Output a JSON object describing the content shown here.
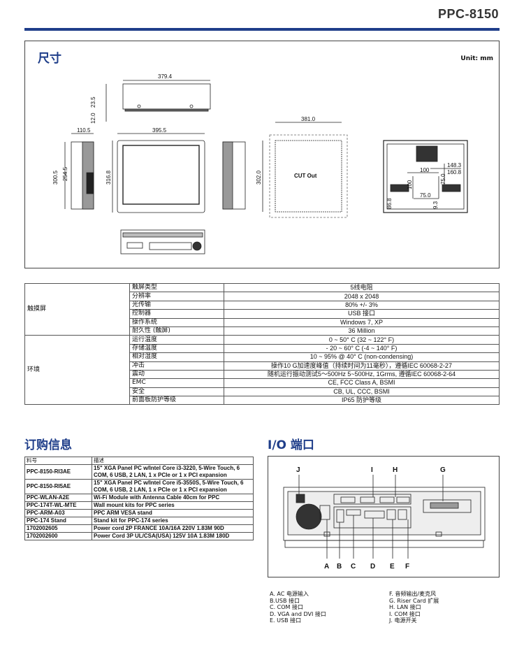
{
  "header": {
    "model": "PPC-8150"
  },
  "dimensions": {
    "title": "尺寸",
    "unit": "Unit: mm",
    "labels": {
      "top_width": "379.4",
      "top_h1": "23.5",
      "top_h2": "12.0",
      "side_depth": "110.5",
      "side_h1": "300.5",
      "side_h2": "254.5",
      "front_width": "395.5",
      "front_height": "316.8",
      "cut_width": "381.0",
      "cut_height": "302.0",
      "cut_text": "CUT Out",
      "rear_a": "148.3",
      "rear_b": "160.8",
      "rear_c": "100",
      "rear_d": "100",
      "rear_e": "75.0",
      "rear_f": "75.0",
      "rear_g": "86.8",
      "rear_h": "9.3"
    }
  },
  "specs": [
    {
      "category": "触摸屏",
      "rows": [
        {
          "k": "触屏类型",
          "v": "5线电阻"
        },
        {
          "k": "分辨率",
          "v": "2048 x 2048"
        },
        {
          "k": "光传输",
          "v": "80% +/- 3%"
        },
        {
          "k": "控制器",
          "v": "USB 接口"
        },
        {
          "k": "操作系统",
          "v": "Windows 7, XP"
        },
        {
          "k": "耐久性 (触屏)",
          "v": "36 Million"
        }
      ]
    },
    {
      "category": "环境",
      "rows": [
        {
          "k": "运行温度",
          "v": "0 ~ 50° C (32 ~ 122° F)"
        },
        {
          "k": "存储温度",
          "v": "- 20 ~ 60° C (-4 ~ 140° F)"
        },
        {
          "k": "相对湿度",
          "v": "10 ~ 95% @ 40° C (non-condensing)"
        },
        {
          "k": "冲击",
          "v": "操作10 G加速度峰值（持续时间为11毫秒），遵循IEC 60068-2-27"
        },
        {
          "k": "震动",
          "v": "随机运行振动测试5～500Hz 5~500Hz, 1Grms, 遵循IEC 60068-2-64"
        },
        {
          "k": "EMC",
          "v": "CE, FCC Class A, BSMI"
        },
        {
          "k": "安全",
          "v": "CB, UL, CCC, BSMI"
        },
        {
          "k": "前面板防护等级",
          "v": "IP65 防护等级"
        }
      ]
    }
  ],
  "ordering": {
    "title": "订购信息",
    "headers": [
      "料号",
      "描述"
    ],
    "rows": [
      {
        "pn": "PPC-8150-RI3AE",
        "desc": "15\" XGA Panel PC w/Intel Core i3-3220, 5-Wire Touch, 6 COM, 6 USB, 2 LAN, 1 x PCIe or 1 x PCI expansion"
      },
      {
        "pn": "PPC-8150-RI5AE",
        "desc": "15\" XGA Panel PC w/Intel Core i5-3550S, 5-Wire Touch, 6 COM, 6 USB, 2 LAN, 1 x PCIe or 1 x PCI expansion"
      },
      {
        "pn": "PPC-WLAN-A2E",
        "desc": "Wi-Fi Module with Antenna Cable 40cm for PPC"
      },
      {
        "pn": "PPC-174T-WL-MTE",
        "desc": "Wall mount kits for PPC series"
      },
      {
        "pn": "PPC-ARM-A03",
        "desc": "PPC ARM VESA stand"
      },
      {
        "pn": "PPC-174 Stand",
        "desc": "Stand kit for PPC-174 series"
      },
      {
        "pn": "1702002605",
        "desc": "Power cord 2P FRANCE 10A/16A 220V 1.83M 90D"
      },
      {
        "pn": "1702002600",
        "desc": "Power Cord 3P UL/CSA(USA) 125V 10A 1.83M 180D"
      }
    ]
  },
  "io": {
    "title": "I/O 端口",
    "top_letters": [
      "J",
      "I",
      "H",
      "G"
    ],
    "bottom_letters": [
      "A",
      "B",
      "C",
      "D",
      "E",
      "F"
    ],
    "legend_left": [
      "A. AC 电源输入",
      "B.USB 接口",
      "C. COM 接口",
      "D. VGA and DVI 接口",
      "E. USB 接口"
    ],
    "legend_right": [
      "F. 音频输出/麦克风",
      "G. Riser Card 扩展",
      "H. LAN 接口",
      "I. COM 接口",
      "J. 电源开关"
    ]
  }
}
